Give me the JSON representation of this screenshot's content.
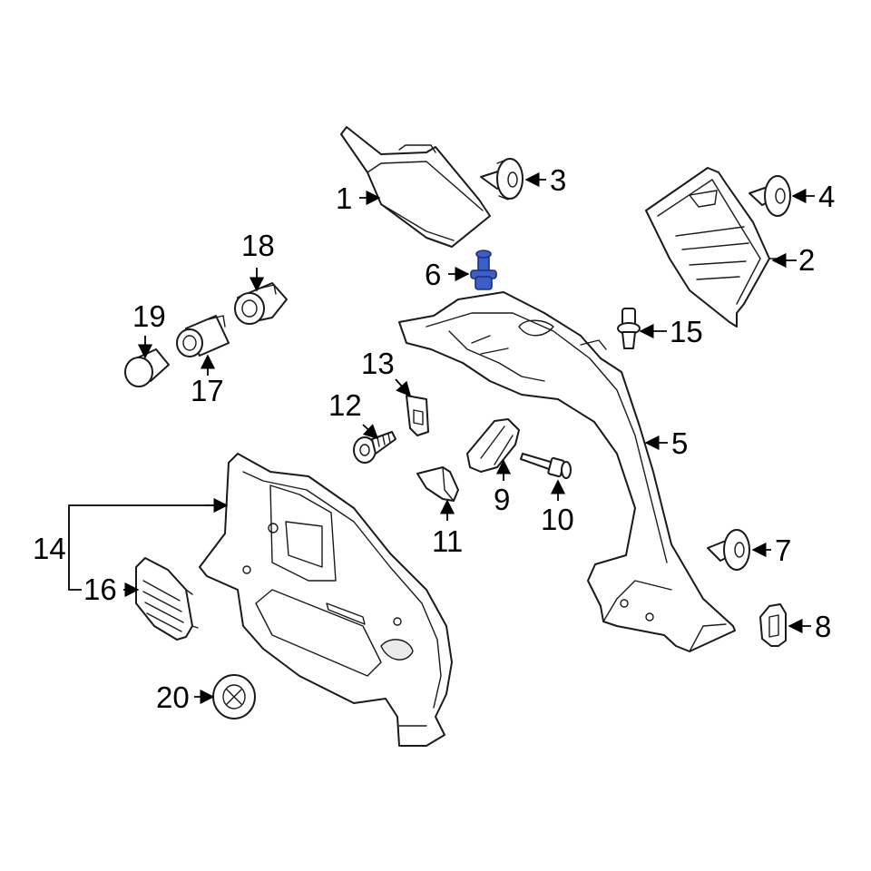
{
  "diagram": {
    "highlight_color": "#3a5fc8",
    "line_color": "#1a1a1a",
    "highlighted_part": "6",
    "callouts": {
      "c1": "1",
      "c2": "2",
      "c3": "3",
      "c4": "4",
      "c5": "5",
      "c6": "6",
      "c7": "7",
      "c8": "8",
      "c9": "9",
      "c10": "10",
      "c11": "11",
      "c12": "12",
      "c13": "13",
      "c14": "14",
      "c15": "15",
      "c16": "16",
      "c17": "17",
      "c18": "18",
      "c19": "19",
      "c20": "20"
    }
  }
}
